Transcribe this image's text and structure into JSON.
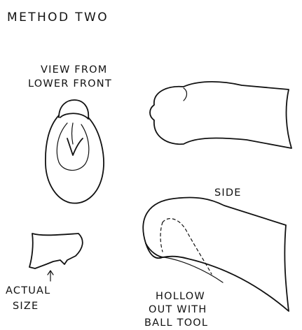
{
  "title": "METHOD TWO",
  "labels": {
    "view_line1": "VIEW FROM",
    "view_line2": "LOWER FRONT",
    "side": "SIDE",
    "actual_line1": "ACTUAL",
    "actual_line2": "SIZE",
    "hollow_line1": "HOLLOW",
    "hollow_line2": "OUT WITH",
    "hollow_line3": "BALL TOOL"
  },
  "colors": {
    "ink": "#111111",
    "paper": "#ffffff"
  }
}
